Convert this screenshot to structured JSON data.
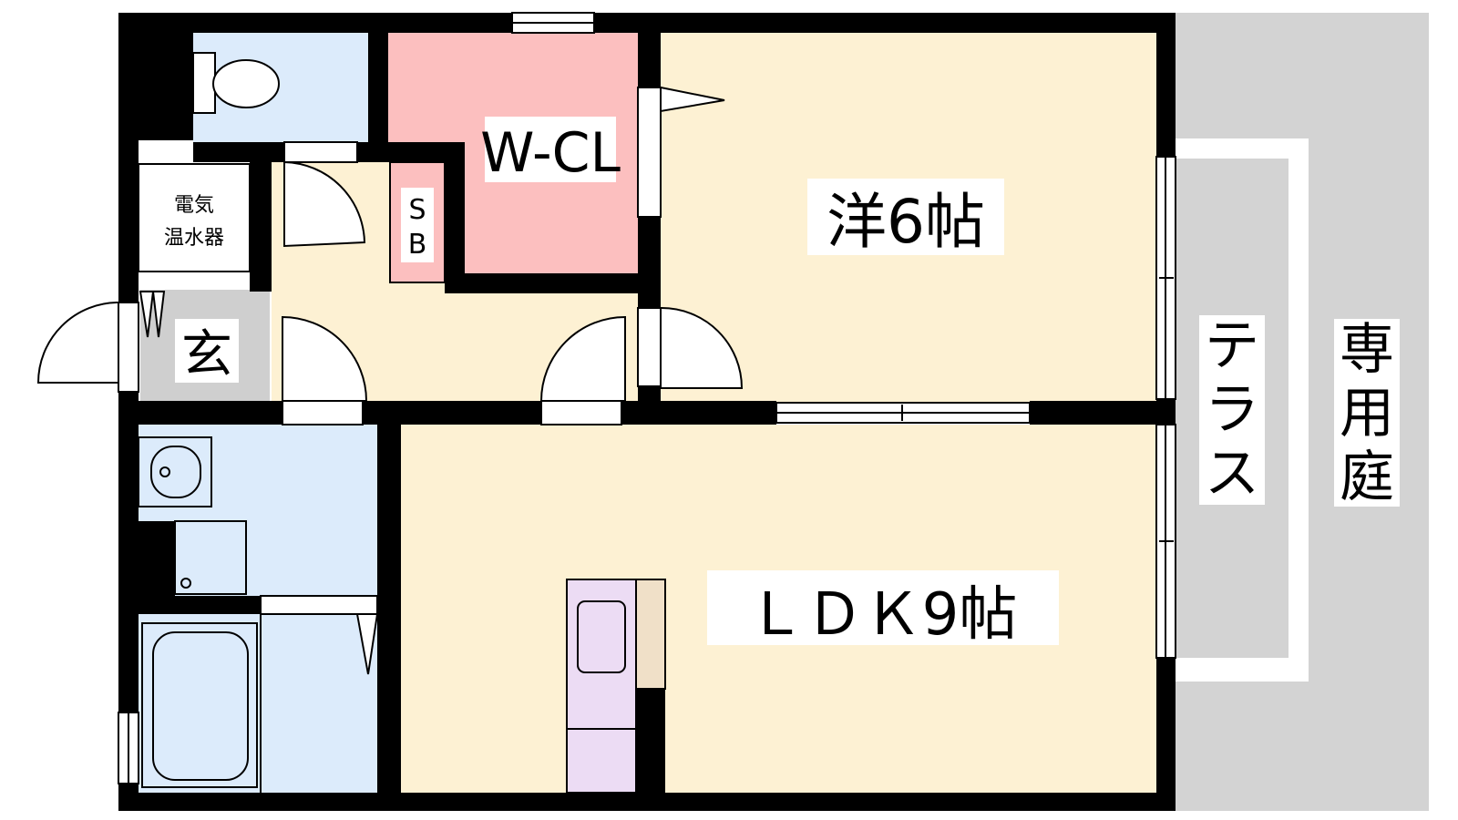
{
  "colors": {
    "wall": "#000000",
    "room_western": "#fdf1d3",
    "room_ldk": "#fdf1d3",
    "hall": "#fdf1d3",
    "closet": "#fcbfbf",
    "wet_area": "#dcebfb",
    "entrance": "#cfcfcf",
    "terrace": "#d3d3d3",
    "garden": "#d3d3d3",
    "kitchen": "#ecdcf4",
    "counter": "#f0e0c8"
  },
  "rooms": {
    "western": {
      "label": "洋6帖"
    },
    "ldk": {
      "label": "ＬＤＫ9帖"
    },
    "walk_in_closet": {
      "label": "W-CL"
    },
    "shoe_box": {
      "label": "S B"
    },
    "water_heater": {
      "label_line1": "電気",
      "label_line2": "温水器"
    },
    "entrance": {
      "label": "玄"
    },
    "terrace": {
      "label": "テラス"
    },
    "private_garden": {
      "label": "専用庭"
    }
  },
  "icons": {
    "toilet": "toilet-icon",
    "sink": "washbasin-icon",
    "washer": "washing-machine-icon",
    "bathtub": "bathtub-icon",
    "kitchen": "kitchen-sink-icon"
  }
}
